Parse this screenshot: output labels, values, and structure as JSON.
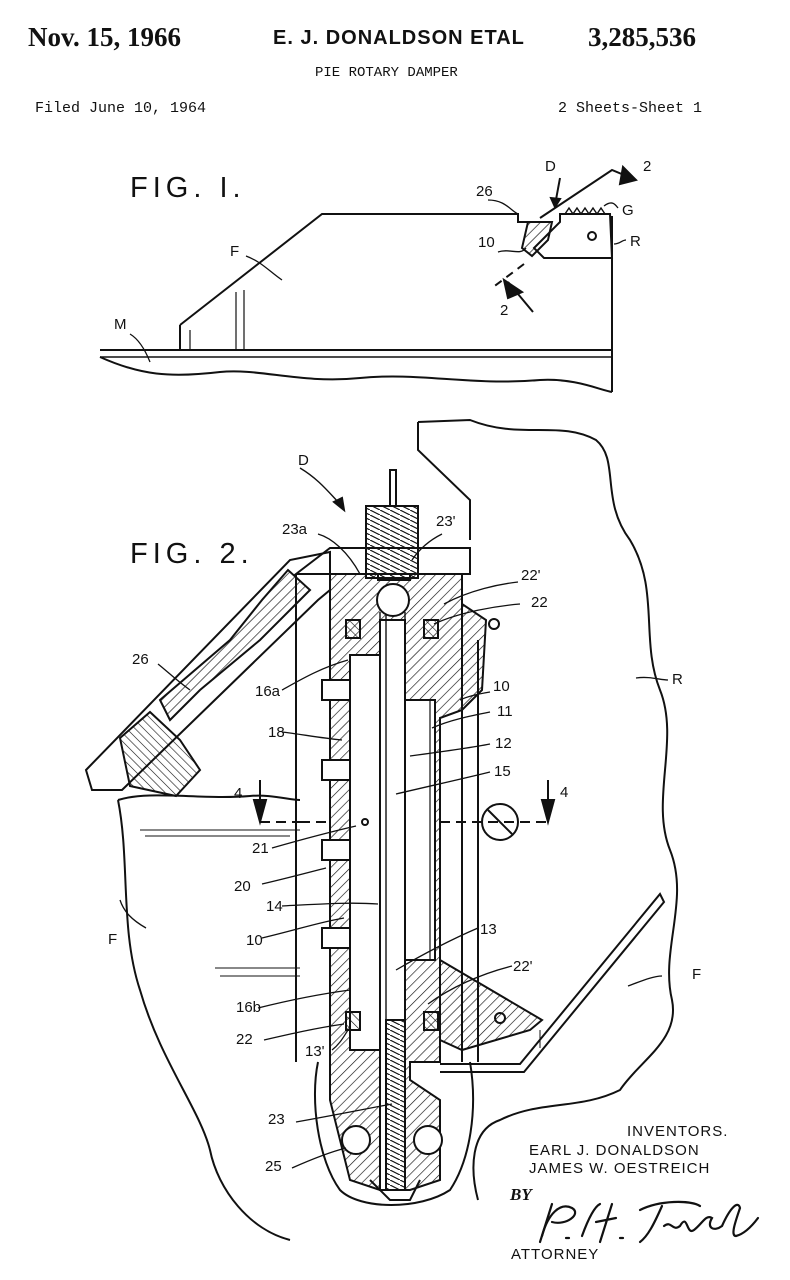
{
  "header": {
    "date": "Nov. 15, 1966",
    "inventor": "E. J. DONALDSON ETAL",
    "patent_number": "3,285,536",
    "title": "PIE ROTARY DAMPER",
    "filed": "Filed June 10, 1964",
    "sheets": "2 Sheets-Sheet 1"
  },
  "fig1": {
    "label": "FIG. I.",
    "refs": {
      "d": "D",
      "two_top": "2",
      "two_bottom": "2",
      "n26": "26",
      "g": "G",
      "n10": "10",
      "r": "R",
      "f": "F",
      "m": "M"
    }
  },
  "fig2": {
    "label": "FIG. 2.",
    "refs": {
      "d": "D",
      "n23a": "23a",
      "n23p": "23'",
      "n22p_top": "22'",
      "n22_top": "22",
      "n26": "26",
      "n16a": "16a",
      "n10_right": "10",
      "r": "R",
      "n11": "11",
      "n18": "18",
      "n12": "12",
      "n15": "15",
      "four_left": "4",
      "four_right": "4",
      "n21": "21",
      "n20": "20",
      "f_left": "F",
      "n14": "14",
      "n10_left": "10",
      "n13": "13",
      "n22p_bottom": "22'",
      "f_right": "F",
      "n16b": "16b",
      "n22_bottom": "22",
      "n13p": "13'",
      "n23": "23",
      "n25": "25"
    }
  },
  "signature": {
    "inventors_label": "INVENTORS.",
    "inventor1": "EARL J. DONALDSON",
    "inventor2": "JAMES W. OESTREICH",
    "by": "BY",
    "attorney_signature": "P. H. Firsht",
    "attorney_label": "ATTORNEY"
  }
}
